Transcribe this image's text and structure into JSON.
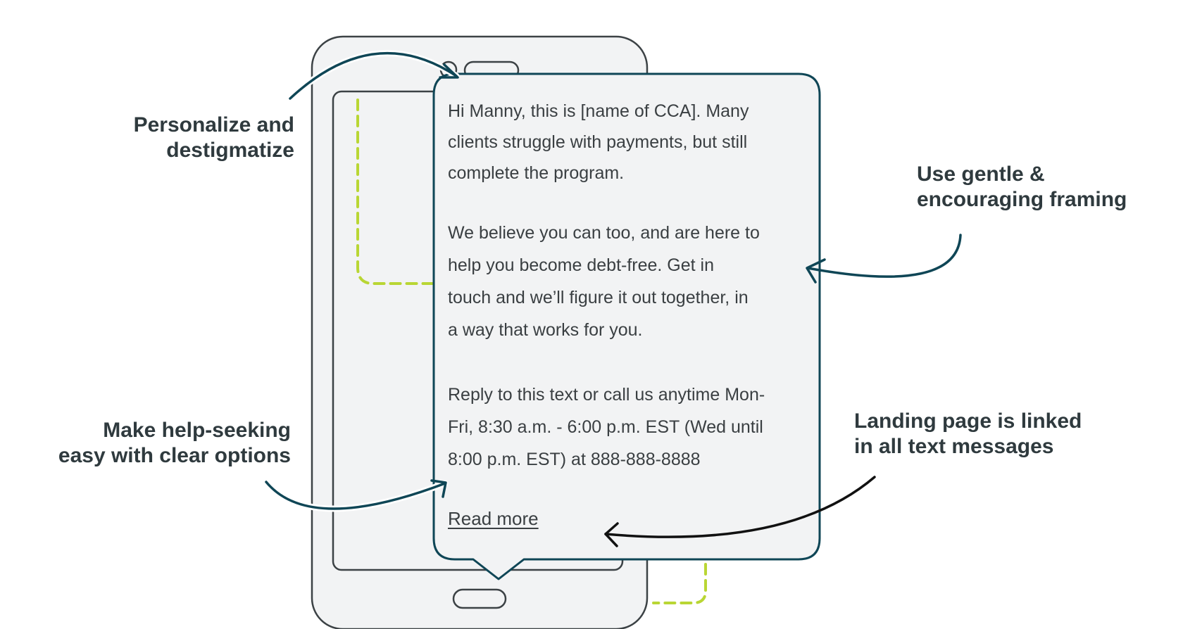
{
  "callouts": {
    "personalize": [
      "Personalize and",
      "destigmatize"
    ],
    "gentle": [
      "Use gentle &",
      "encouraging framing"
    ],
    "help": [
      "Make help-seeking",
      "easy with clear options"
    ],
    "landing": [
      "Landing page is linked",
      "in all text messages"
    ]
  },
  "message": {
    "para1": [
      "Hi Manny, this is [name of CCA]. Many",
      "clients struggle with payments, but still",
      "complete the program."
    ],
    "para2": [
      "We believe you can too, and are here to",
      "help you become debt-free. Get in",
      "touch and we’ll figure it out together, in",
      "a way that works for you."
    ],
    "para3": [
      "Reply to this text or call us anytime Mon-",
      "Fri, 8:30 a.m. - 6:00 p.m. EST (Wed until",
      "8:00 p.m. EST) at 888-888-8888"
    ],
    "link": "Read more"
  },
  "colors": {
    "dark_teal": "#0f4656",
    "phone_outline": "#3c4245",
    "phone_fill": "#f2f3f4",
    "dashed_green": "#b9d634",
    "text": "#2f3a3e",
    "black_arrow": "#111111"
  }
}
